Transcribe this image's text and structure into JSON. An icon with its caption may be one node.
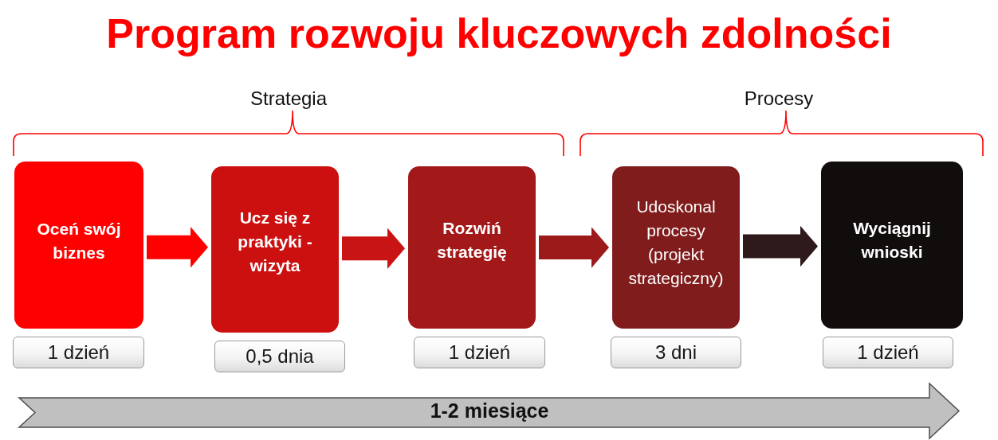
{
  "diagram": {
    "title": "Program rozwoju kluczowych zdolności",
    "nodes": [
      {
        "text": [
          "Oceń swój biznes"
        ],
        "beside": [
          "1 dzień"
        ]
      },
      {
        "text": [
          "Ucz się z praktyki - wizyta"
        ],
        "beside": [
          "0,5 dnia"
        ]
      },
      {
        "text": [
          "Rozwiń strategię"
        ],
        "beside": [
          "1 dzień"
        ]
      },
      {
        "text": [
          "Udoskonal procesy (projekt strategiczny)"
        ],
        "beside": [
          "3 dni"
        ]
      },
      {
        "text": [
          "Wyciągnij wnioski"
        ],
        "beside": [
          "1 dzień"
        ]
      },
      {
        "text": [
          "1-2 miesiące"
        ]
      }
    ],
    "edges": [
      {
        "from": 0,
        "to": 1,
        "arrow": "to",
        "color": "#ff0000"
      },
      {
        "from": 1,
        "to": 2,
        "arrow": "to",
        "color": "#c81414"
      },
      {
        "from": 2,
        "to": 3,
        "arrow": "to",
        "color": "#9c1a1a"
      },
      {
        "from": 3,
        "to": 4,
        "arrow": "to",
        "color": "#2e1a1a"
      }
    ],
    "labels": [
      "Strategia",
      "Procesy"
    ]
  }
}
